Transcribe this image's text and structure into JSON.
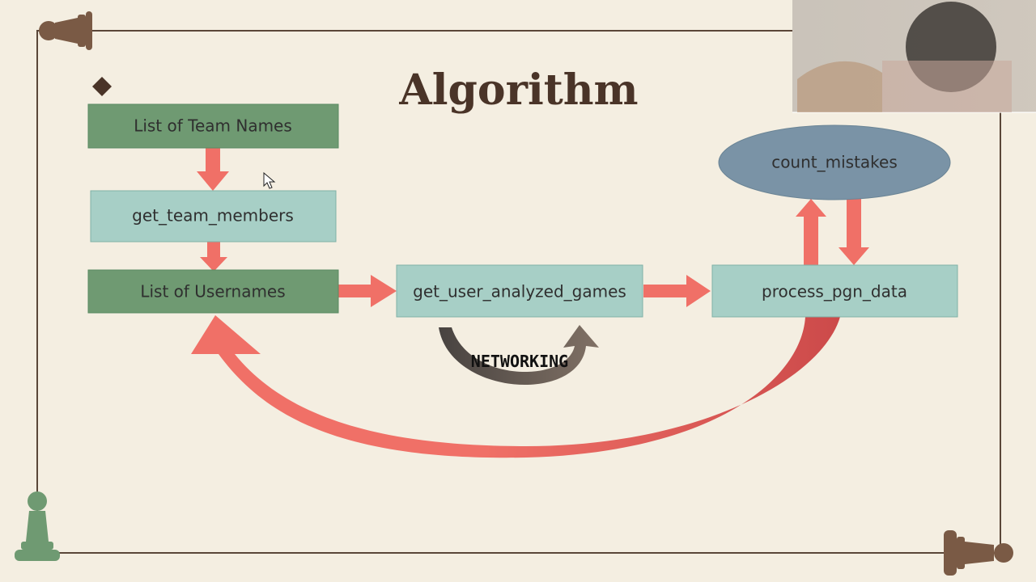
{
  "slide": {
    "title": "Algorithm",
    "nodes": {
      "team_names": "List of Team Names",
      "get_team_members": "get_team_members",
      "usernames": "List of Usernames",
      "get_user_analyzed_games": "get_user_analyzed_games",
      "process_pgn_data": "process_pgn_data",
      "count_mistakes": "count_mistakes"
    },
    "annotation": "NETWORKING"
  },
  "colors": {
    "background": "#f4eee1",
    "frame": "#5a4638",
    "dark_green": "#6f9a72",
    "light_teal": "#a7cfc6",
    "ellipse_blue": "#7a93a6",
    "arrow_red": "#f07067",
    "title_brown": "#4a3428",
    "chess_brown": "#7a5a45",
    "chess_green": "#6f9a72"
  },
  "icons": {
    "bullet": "diamond-bullet-icon",
    "cursor": "mouse-cursor-icon",
    "pawn_top_left": "pawn-icon",
    "pawn_bottom_left": "pawn-icon",
    "pawn_bottom_right": "pawn-icon"
  }
}
